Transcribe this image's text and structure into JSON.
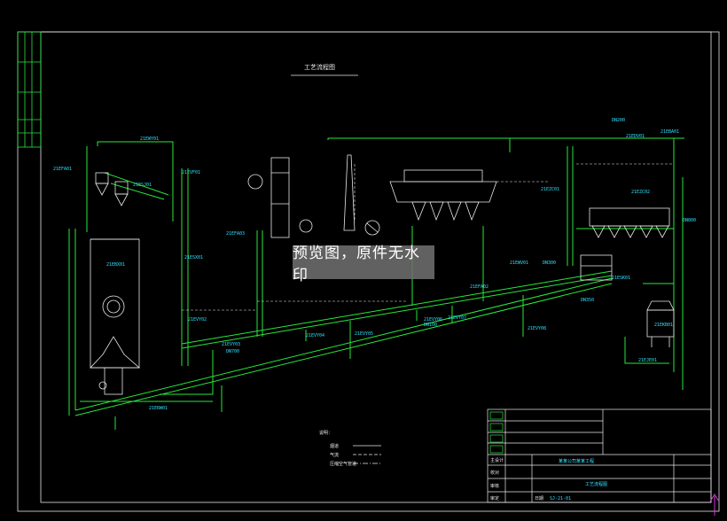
{
  "drawing": {
    "title": "工艺流程图",
    "watermark": "预览图，原件无水印"
  },
  "legend": {
    "heading": "说明：",
    "items": [
      "烟道",
      "气流",
      "压缩空气管道"
    ]
  },
  "tags": {
    "t1": "21EFA01",
    "t2": "21EWY01",
    "t3": "21EVF01",
    "t4": "21EBX01",
    "t5": "21ESJ01",
    "t6": "21EFA03",
    "t7": "21ESX01",
    "t8": "21EVY02",
    "t9": "21EVY03",
    "t10": "21EVY04",
    "t11": "21EVY05",
    "t12": "21EVY06",
    "t13": "21EFA02",
    "t14": "21EWV01",
    "t15": "21EVY07",
    "t16": "21EVY08",
    "t17": "21EZC01",
    "t18": "21EZC02",
    "t19": "21EDV01",
    "t20": "21EBA01",
    "t21": "21ESK01",
    "t22": "21EKB01",
    "t23": "21EJE01",
    "t24": "21ERW01",
    "dn1": "DN700",
    "dn2": "DN100",
    "dn3": "DN200",
    "dn4": "DN800",
    "dn5": "DN300",
    "dn6": "DN350"
  },
  "title_block": {
    "r1": "主设计",
    "r2": "校对",
    "r3": "审核",
    "r4": "审定",
    "r5": "日期",
    "project": "某某公司某某工程",
    "drawing_name": "工艺流程图",
    "drawing_no": "SJ-21-01"
  }
}
